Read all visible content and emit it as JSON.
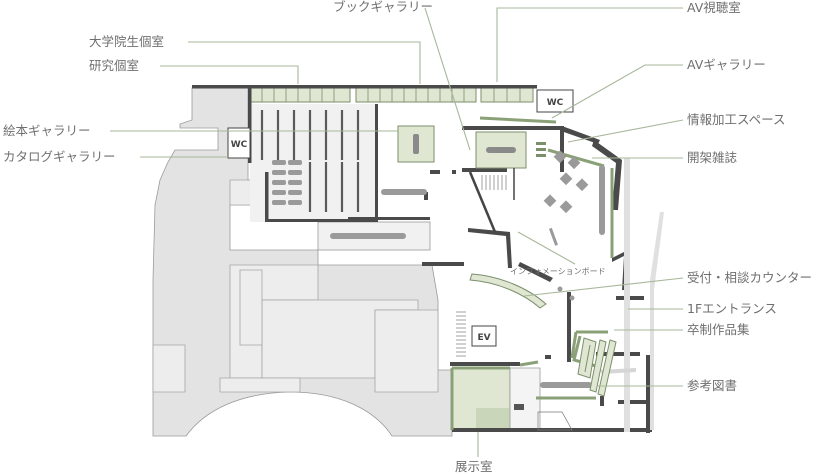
{
  "title": "",
  "room_labels": {
    "wc_top": "WC",
    "wc_left": "WC",
    "ev": "EV"
  },
  "callouts": {
    "book_gallery": "ブックギャラリー",
    "av_room": "AV視聴室",
    "grad_room": "大学院生個室",
    "research_room": "研究個室",
    "av_gallery": "AVギャラリー",
    "picture_book_gallery": "絵本ギャラリー",
    "info_workspace": "情報加工スペース",
    "catalog_gallery": "カタログギャラリー",
    "open_magazines": "開架雑誌",
    "info_board": "インフォメーションボード",
    "reception_counter": "受付・相談カウンター",
    "entrance_1f": "1Fエントランス",
    "graduation_works": "卒制作品集",
    "reference_books": "参考図書",
    "exhibition_room": "展示室"
  },
  "colors": {
    "accent_green": "#8aa077",
    "leader_green": "#a7b79a",
    "wall": "#4a4a4a",
    "area_gray": "#e3e3e3",
    "label_text": "#6f6f6f"
  }
}
